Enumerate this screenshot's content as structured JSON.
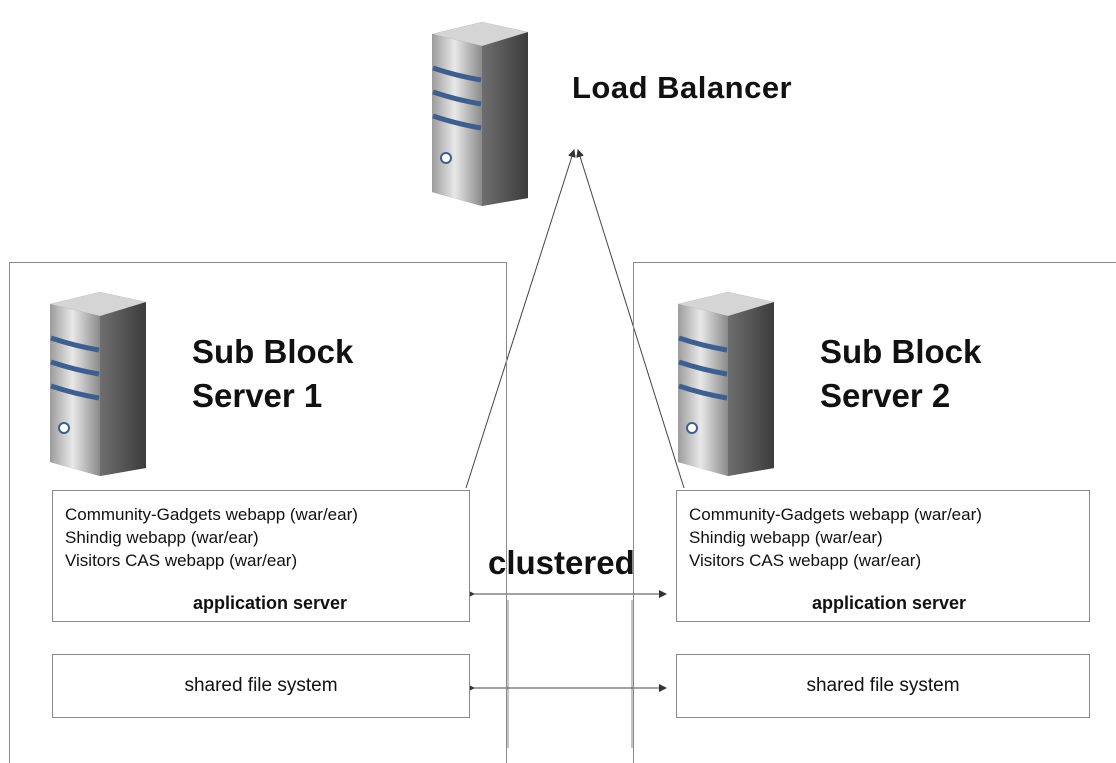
{
  "load_balancer": {
    "title": "Load Balancer"
  },
  "server1": {
    "title_line1": "Sub Block",
    "title_line2": "Server 1",
    "apps": [
      "Community-Gadgets webapp (war/ear)",
      "Shindig webapp (war/ear)",
      "Visitors CAS webapp (war/ear)"
    ],
    "app_server_label": "application server",
    "fs_label": "shared file system"
  },
  "server2": {
    "title_line1": "Sub Block",
    "title_line2": "Server 2",
    "apps": [
      "Community-Gadgets webapp (war/ear)",
      "Shindig webapp (war/ear)",
      "Visitors CAS webapp (war/ear)"
    ],
    "app_server_label": "application server",
    "fs_label": "shared file system"
  },
  "connector_label": "clustered",
  "colors": {
    "server_body": "#b9b9b9",
    "server_stripe": "#3d5f8f",
    "line": "#333333",
    "box_border": "#8a8a8a"
  },
  "icons": [
    "server-icon",
    "server-icon",
    "server-icon"
  ]
}
